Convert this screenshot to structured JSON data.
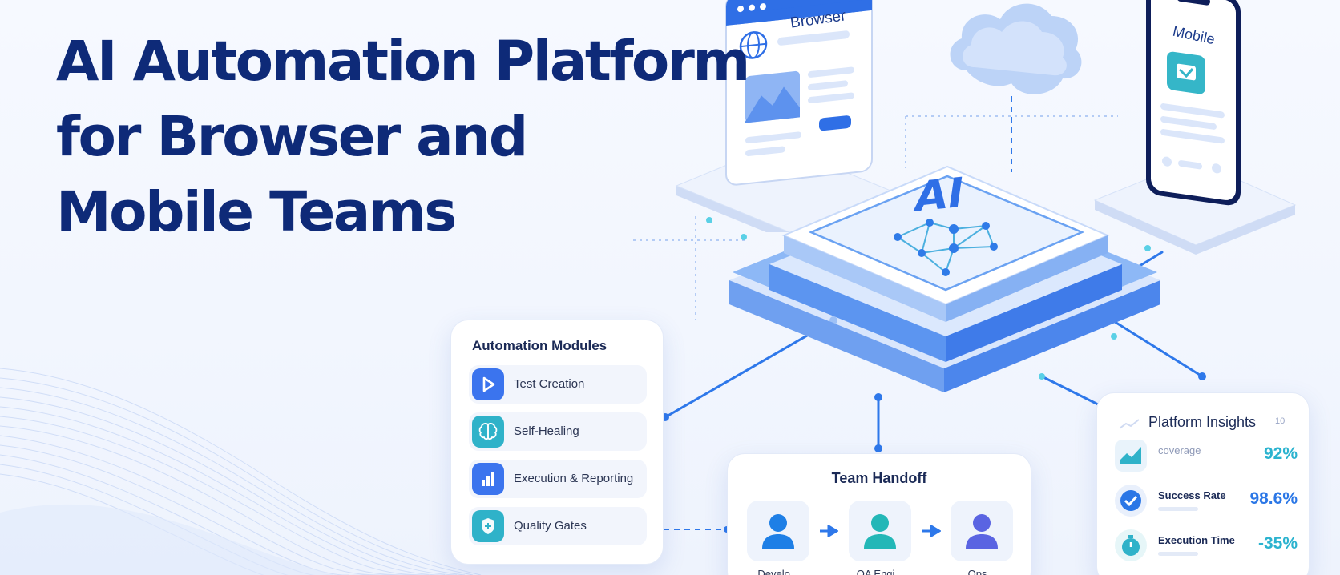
{
  "hero": {
    "title_lines": [
      "AI Automation Platform",
      "for Browser and",
      "Mobile Teams"
    ]
  },
  "devices": {
    "browser_label": "Browser",
    "mobile_label": "Mobile",
    "core_label": "AI"
  },
  "automation_modules": {
    "title": "Automation Modules",
    "items": [
      {
        "label": "Test Creation",
        "icon": "play-icon",
        "color": "#3b74ee"
      },
      {
        "label": "Self-Healing",
        "icon": "brain-icon",
        "color": "#2fb2c9"
      },
      {
        "label": "Execution & Reporting",
        "icon": "bar-chart-icon",
        "color": "#3b74ee"
      },
      {
        "label": "Quality Gates",
        "icon": "shield-icon",
        "color": "#2fb2c9"
      }
    ]
  },
  "team_handoff": {
    "title": "Team Handoff",
    "people": [
      {
        "icon": "person-icon",
        "color": "#1e7fe6",
        "label": "Develo..."
      },
      {
        "icon": "person-icon",
        "color": "#23b7b7",
        "label": "QA Engi..."
      },
      {
        "icon": "person-icon",
        "color": "#5a64e2",
        "label": "Ops..."
      }
    ]
  },
  "platform_insights": {
    "title": "Platform Insights",
    "tag": "10",
    "rows": [
      {
        "icon": "trend-chart-icon",
        "label": "coverage",
        "value": "92%",
        "value_color": "#2bb3cf"
      },
      {
        "icon": "check-circle-icon",
        "label": "Success Rate",
        "value": "98.6%",
        "value_color": "#2b77e6"
      },
      {
        "icon": "stopwatch-icon",
        "label": "Execution Time",
        "value": "-35%",
        "value_color": "#2bb3cf"
      }
    ]
  },
  "colors": {
    "title": "#0e2a78",
    "accent_blue": "#3b74ee",
    "accent_teal": "#2fb2c9",
    "platform": "#5b93f2"
  }
}
